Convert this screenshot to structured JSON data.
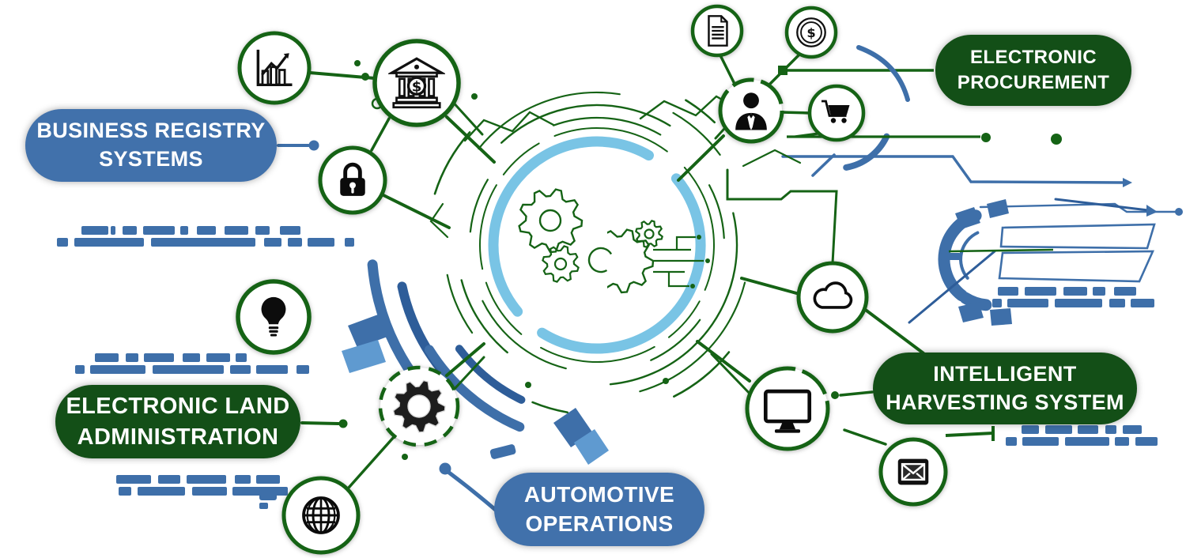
{
  "title": "Digital systems integration infographic",
  "colors": {
    "green_line": "#156315",
    "green_pill": "#134f17",
    "blue_pill": "#4171ab",
    "circuit_blue": "#3e6fa9",
    "circuit_blue_dark": "#2e5d99",
    "circuit_blue_light": "#5f9ad0",
    "hub_arc_blue": "#79c4e5",
    "icon_black": "#101010",
    "background": "#ffffff"
  },
  "pills": {
    "business_registry": {
      "lines": [
        "BUSINESS REGISTRY",
        "SYSTEMS"
      ],
      "color": "blue"
    },
    "electronic_procurement": {
      "lines": [
        "ELECTRONIC",
        "PROCUREMENT"
      ],
      "color": "green"
    },
    "electronic_land": {
      "lines": [
        "ELECTRONIC LAND",
        "ADMINISTRATION"
      ],
      "color": "green"
    },
    "intelligent_harvesting": {
      "lines": [
        "INTELLIGENT",
        "HARVESTING SYSTEM"
      ],
      "color": "green"
    },
    "automotive_operations": {
      "lines": [
        "AUTOMOTIVE",
        "OPERATIONS"
      ],
      "color": "blue"
    }
  },
  "hub": {
    "icon": "gears-automation-icon"
  },
  "nodes": [
    {
      "id": "bar-chart",
      "icon": "bar-chart-icon"
    },
    {
      "id": "bank",
      "icon": "bank-icon"
    },
    {
      "id": "lock",
      "icon": "lock-icon"
    },
    {
      "id": "bulb",
      "icon": "lightbulb-icon"
    },
    {
      "id": "gear",
      "icon": "gear-icon"
    },
    {
      "id": "globe",
      "icon": "globe-icon"
    },
    {
      "id": "document",
      "icon": "document-icon"
    },
    {
      "id": "dollar",
      "icon": "dollar-coin-icon"
    },
    {
      "id": "person",
      "icon": "person-icon"
    },
    {
      "id": "cart",
      "icon": "shopping-cart-icon"
    },
    {
      "id": "cloud",
      "icon": "cloud-icon"
    },
    {
      "id": "monitor",
      "icon": "monitor-icon"
    },
    {
      "id": "envelope",
      "icon": "envelope-icon"
    }
  ]
}
